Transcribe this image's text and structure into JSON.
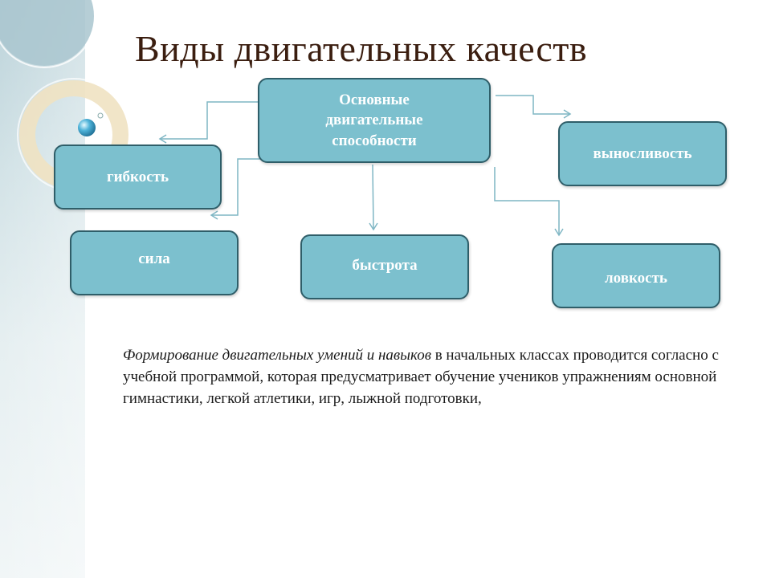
{
  "slide": {
    "title": "Виды двигательных качеств"
  },
  "diagram": {
    "root": "Основные двигательные способности",
    "nodes": {
      "flexibility": "гибкость",
      "endurance": "выносливость",
      "strength": "сила",
      "speed": "быстрота",
      "agility": "ловкость"
    },
    "edges": [
      [
        "root",
        "flexibility"
      ],
      [
        "root",
        "strength"
      ],
      [
        "root",
        "speed"
      ],
      [
        "root",
        "endurance"
      ],
      [
        "root",
        "agility"
      ]
    ]
  },
  "body_text": {
    "emphasis": "Формирование двигательных умений и навыков",
    "rest": " в начальных классах проводится согласно с учебной программой, которая предусматривает обучение учеников упражнениям основной гимнастики, легкой атлетики, игр, лыжной подготовки,"
  },
  "colors": {
    "box_fill": "#7cc0ce",
    "box_border": "#2f5e69",
    "box_text": "#ffffff",
    "title_text": "#3b1e10",
    "connector": "#7fb6c4"
  }
}
